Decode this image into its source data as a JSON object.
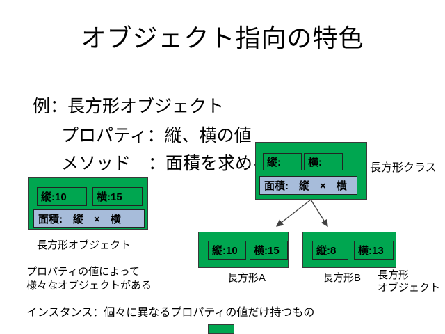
{
  "colors": {
    "box_green": "#00A650",
    "method_blue": "#A7BCDA",
    "box_border": "#3A3A3A",
    "arrow": "#404040"
  },
  "title": "オブジェクト指向の特色",
  "intro": {
    "line1": "例：長方形オブジェクト",
    "line2": "プロパティ：縦、横の値",
    "line3": "メソッド　：面積を求める"
  },
  "class_box": {
    "height_field": "縦:",
    "width_field": "横:",
    "method_row": "面積:　縦　×　横",
    "label": "長方形クラス"
  },
  "object_box": {
    "height_field": "縦:10",
    "width_field": "横:15",
    "method_row": "面積:　縦　×　横",
    "label": "長方形オブジェクト"
  },
  "instance_a": {
    "height_field": "縦:10",
    "width_field": "横:15",
    "label": "長方形A"
  },
  "instance_b": {
    "height_field": "縦:8",
    "width_field": "横:13",
    "label": "長方形B"
  },
  "instance_side_label": {
    "line1": "長方形",
    "line2": "オブジェクト"
  },
  "notes": {
    "variety_line1": "プロパティの値によって",
    "variety_line2": "様々なオブジェクトがある",
    "instance_def": "インスタンス：個々に異なるプロパティの値だけ持つもの"
  }
}
